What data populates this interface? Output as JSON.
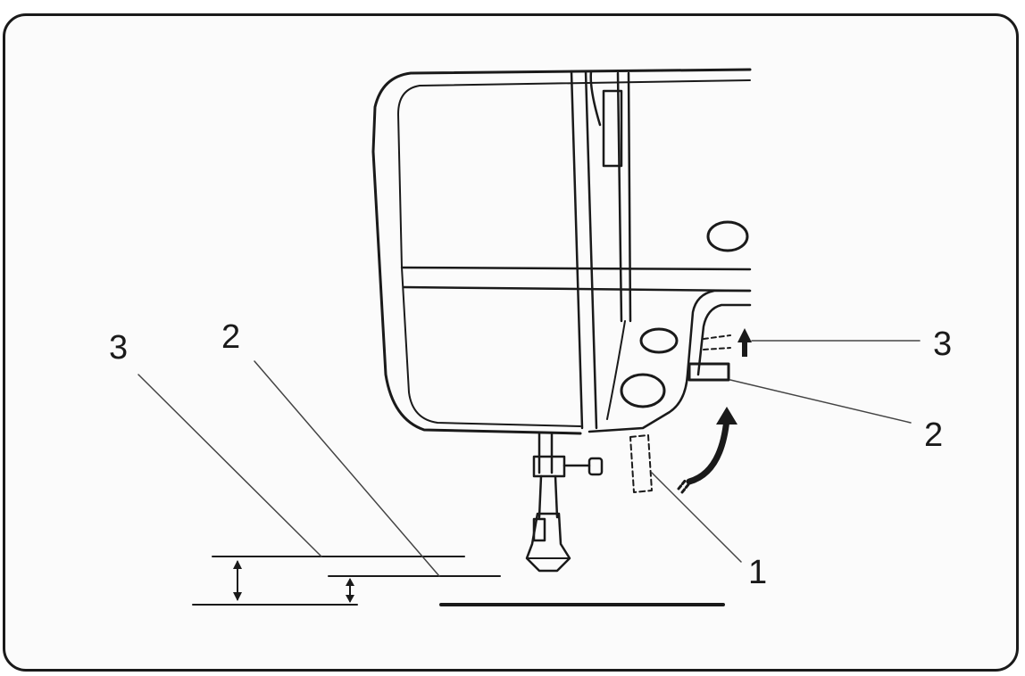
{
  "callouts": {
    "left_3": "3",
    "left_2": "2",
    "right_3": "3",
    "right_2": "2",
    "right_1": "1"
  },
  "colors": {
    "line": "#1a1a1a",
    "background": "#ffffff",
    "frame_fill": "#fbfbfb"
  },
  "icons": [
    "up-arrow-icon",
    "curved-arrow-icon"
  ]
}
